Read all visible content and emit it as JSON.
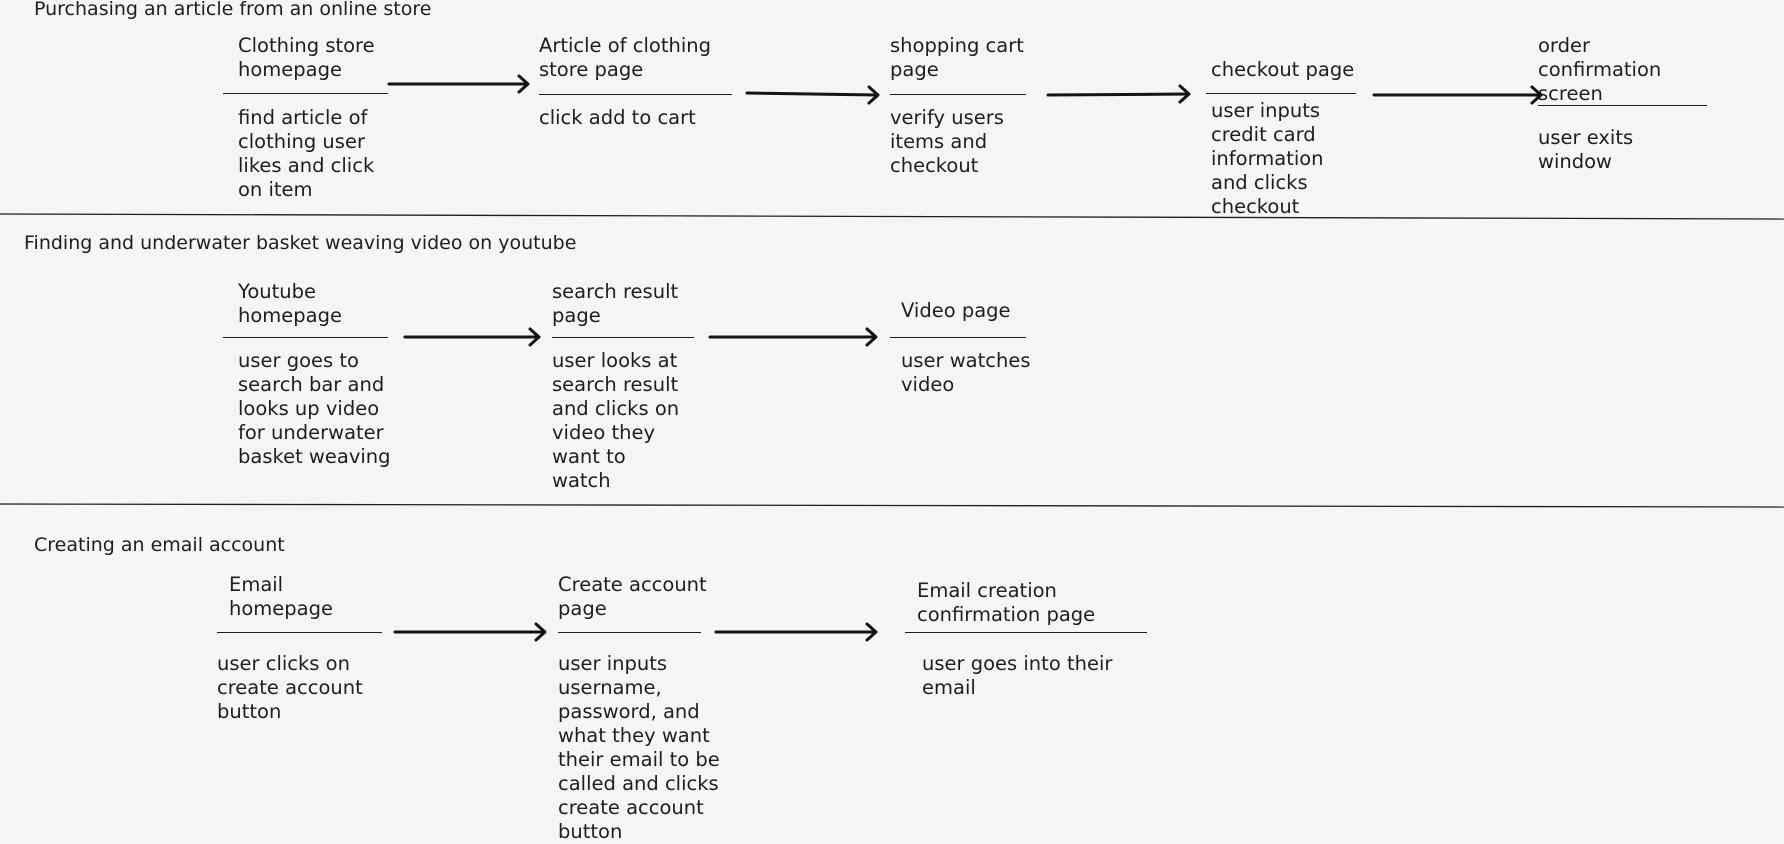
{
  "flows": [
    {
      "title": "Purchasing an article from an online store",
      "steps": [
        {
          "screen": "Clothing store\nhomepage",
          "action": "find article of\nclothing user\nlikes and click\non item"
        },
        {
          "screen": "Article of clothing\nstore page",
          "action": "click add to cart"
        },
        {
          "screen": "shopping cart\npage",
          "action": "verify users\nitems and\ncheckout"
        },
        {
          "screen": "checkout page",
          "action": "user inputs\ncredit card\ninformation\nand clicks\ncheckout"
        },
        {
          "screen": "order\nconfirmation\nscreen",
          "action": "user exits\nwindow"
        }
      ]
    },
    {
      "title": "Finding and underwater basket weaving video on youtube",
      "steps": [
        {
          "screen": "Youtube\nhomepage",
          "action": "user goes to\nsearch bar and\nlooks up video\nfor underwater\nbasket weaving"
        },
        {
          "screen": "search result\npage",
          "action": "user looks at\nsearch result\nand clicks on\nvideo they\nwant to\nwatch"
        },
        {
          "screen": "Video page",
          "action": "user watches\nvideo"
        }
      ]
    },
    {
      "title": "Creating an email account",
      "steps": [
        {
          "screen": "Email\nhomepage",
          "action": "user clicks on\ncreate account\nbutton"
        },
        {
          "screen": "Create account\npage",
          "action": "user inputs\nusername,\npassword, and\nwhat they want\ntheir email to be\ncalled and clicks\ncreate account\nbutton"
        },
        {
          "screen": "Email creation\nconfirmation page",
          "action": "user goes into their\nemail"
        }
      ]
    }
  ]
}
